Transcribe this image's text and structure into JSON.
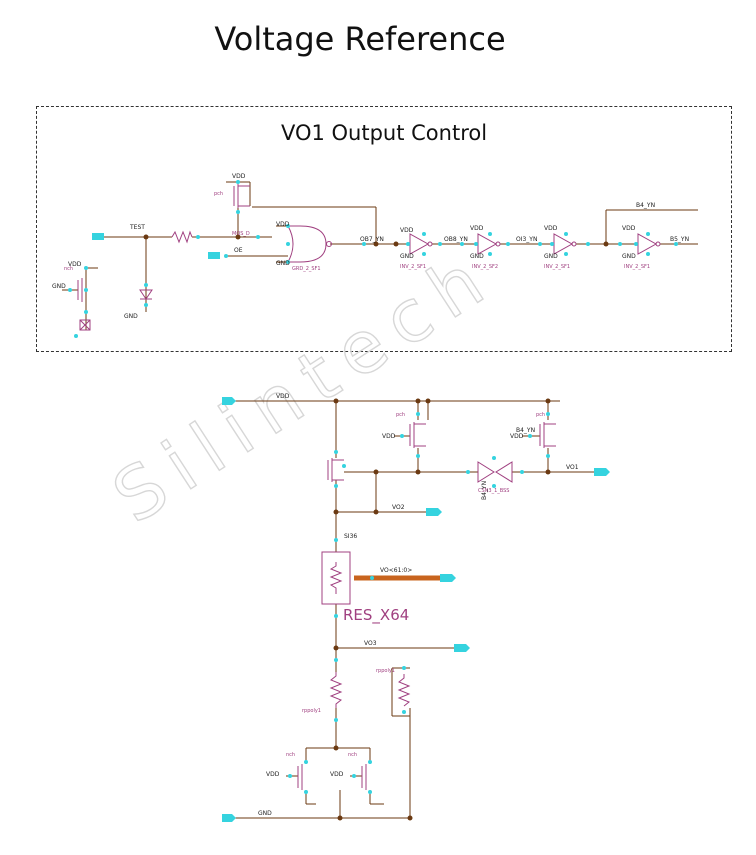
{
  "title": "Voltage Reference",
  "section_title": "VO1 Output Control",
  "watermark": "Silintech",
  "colors": {
    "wire": "#6b3a12",
    "pin": "#35d3df",
    "component": "#a04080",
    "bus": "#c8641e"
  },
  "top_labels": {
    "test": "TEST",
    "vdd_a": "VDD",
    "vdd_b": "VDD",
    "vdd_c": "VDD",
    "vdd_d": "VDD",
    "vdd_e": "VDD",
    "vdd_f": "VDD",
    "gnd_a": "GND",
    "gnd_b": "GND",
    "gnd_c": "GND",
    "gnd_d": "GND",
    "gnd_e": "GND",
    "gnd_f": "GND",
    "gnd_g": "GND",
    "ob7": "OB7_YN",
    "ob8": "OB8_YN",
    "oi3": "OI3_YN",
    "b4_top": "B4_YN",
    "b5": "B5_YN",
    "oe": "OE",
    "inv1": "INV_2_SF1",
    "inv2": "INV_2_SF2",
    "inv3": "INV_2_SF1",
    "inv4": "INV_2_SF1",
    "nand": "GRD_2_SF1",
    "nch": "nch",
    "pch": "pch",
    "mos_label": "MOS_D"
  },
  "bottom_labels": {
    "vdd_rail": "VDD",
    "vdd_a": "VDD",
    "vdd_b": "VDD",
    "vdd_c": "VDD",
    "vdd_d": "VDD",
    "b4": "B4_YN",
    "vo1": "VO1",
    "vo2": "VO2",
    "vo3": "VO3",
    "si36": "SI36",
    "vo_bus": "VO<61:0>",
    "res": "RES_X64",
    "gnd": "GND",
    "pch_a": "pch",
    "pch_b": "pch",
    "nch_a": "nch",
    "nch_b": "nch",
    "tg": "CSN3_1_BSS",
    "b4_tg": "B4_YN",
    "rppoly": "rppoly1",
    "rppoly_b": "rppoly1"
  }
}
